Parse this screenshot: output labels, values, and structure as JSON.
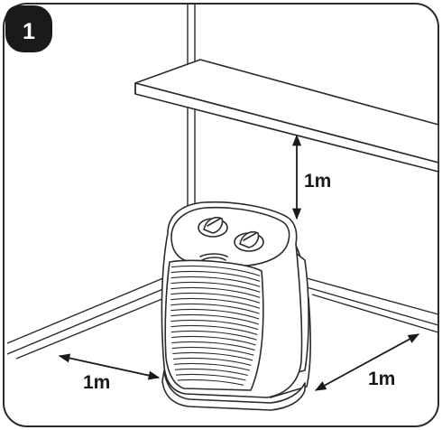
{
  "step": {
    "number": "1"
  },
  "clearances": {
    "above": "1m",
    "left": "1m",
    "right": "1m"
  },
  "icons": {
    "heater": "fan-heater-icon",
    "shelf": "shelf-icon",
    "arrows": "double-arrow-icon"
  },
  "colors": {
    "badge": "#1a1a1a",
    "line": "#2b2b2b",
    "background": "#ffffff"
  }
}
